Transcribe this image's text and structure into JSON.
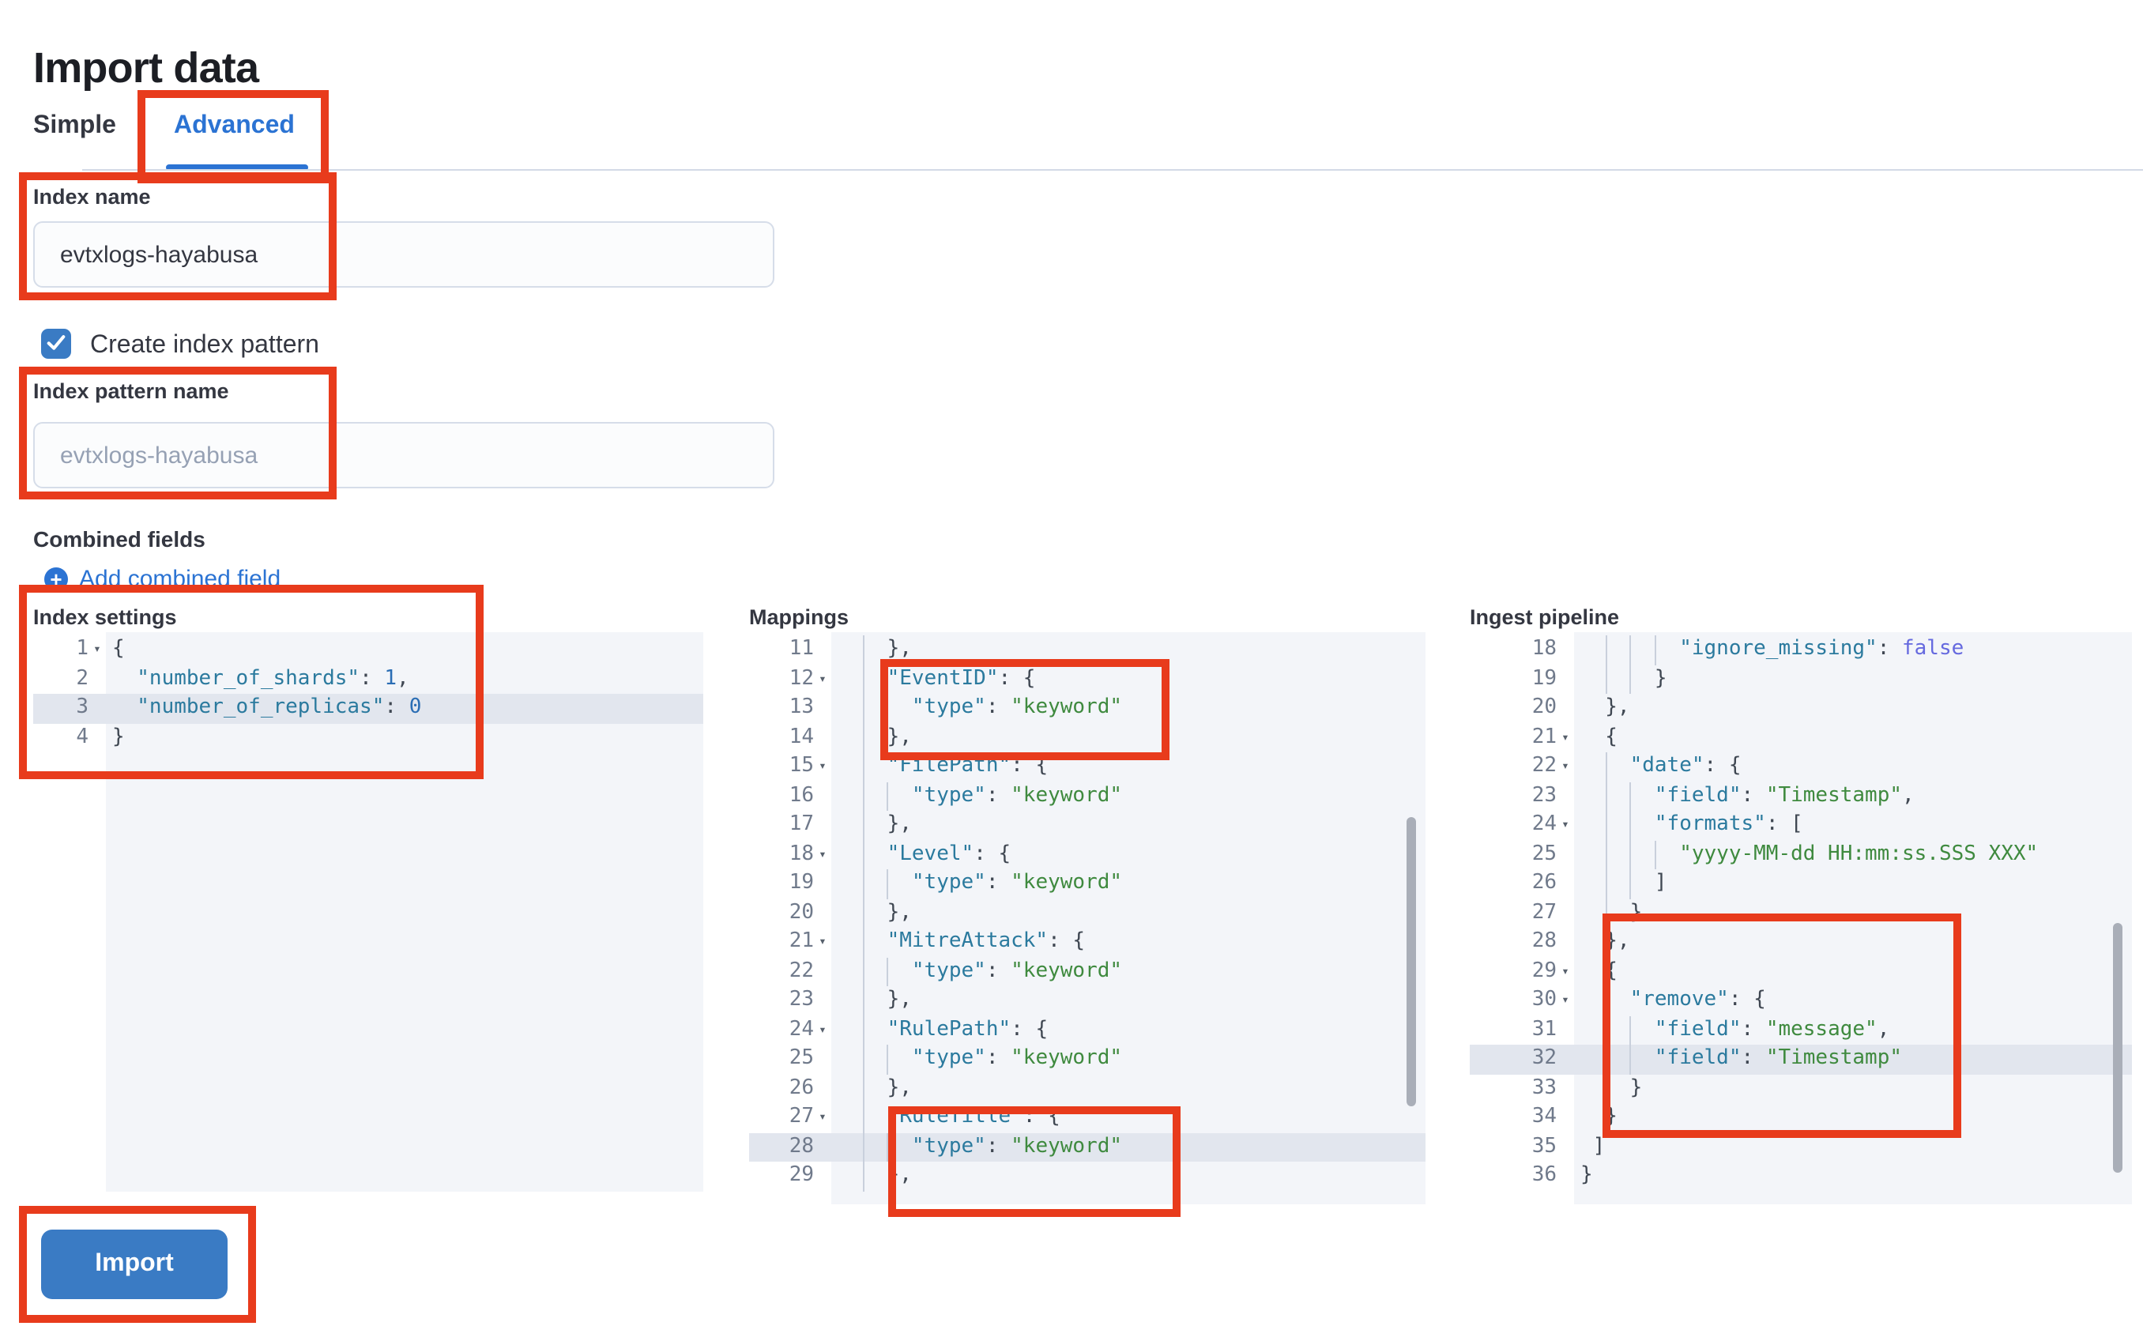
{
  "title": "Import data",
  "tabs": {
    "simple": "Simple",
    "advanced": "Advanced"
  },
  "fields": {
    "index_name": {
      "label": "Index name",
      "value": "evtxlogs-hayabusa"
    },
    "create_index_pattern": {
      "label": "Create index pattern",
      "checked": true
    },
    "index_pattern_name": {
      "label": "Index pattern name",
      "placeholder": "evtxlogs-hayabusa"
    },
    "combined_fields": {
      "label": "Combined fields",
      "add_label": "Add combined field"
    }
  },
  "import_button": "Import",
  "icons": {
    "plus": "+",
    "fold": "▾",
    "check": "check-icon"
  },
  "colors": {
    "annotation_red": "#e83b1c",
    "primary_blue": "#3a7bc4",
    "link_blue": "#2b73d3",
    "editor_bg": "#f3f5f9",
    "active_line": "#e2e6ee",
    "gutter_text": "#707a8b",
    "syntax_key": "#2b7a9e",
    "syntax_string": "#3f8a3f",
    "syntax_number": "#2a6db4",
    "syntax_boolean": "#6569df",
    "syntax_punct": "#3f4752"
  },
  "editors": [
    {
      "id": "index_settings",
      "label": "Index settings",
      "lines": [
        {
          "n": 1,
          "fold": true,
          "ind": 0,
          "g": [],
          "seg": [
            [
              "p",
              "{"
            ]
          ]
        },
        {
          "n": 2,
          "ind": 2,
          "g": [],
          "seg": [
            [
              "k",
              "\"number_of_shards\""
            ],
            [
              "p",
              ": "
            ],
            [
              "num",
              "1"
            ],
            [
              "p",
              ","
            ]
          ]
        },
        {
          "n": 3,
          "active": true,
          "ind": 2,
          "g": [],
          "seg": [
            [
              "k",
              "\"number_of_replicas\""
            ],
            [
              "p",
              ": "
            ],
            [
              "num",
              "0"
            ]
          ]
        },
        {
          "n": 4,
          "ind": 0,
          "g": [],
          "seg": [
            [
              "p",
              "}"
            ]
          ]
        }
      ]
    },
    {
      "id": "mappings",
      "label": "Mappings",
      "lines": [
        {
          "n": 11,
          "ind": 4,
          "g": [
            2
          ],
          "seg": [
            [
              "p",
              "},"
            ]
          ]
        },
        {
          "n": 12,
          "fold": true,
          "ind": 4,
          "g": [
            2
          ],
          "seg": [
            [
              "k",
              "\"EventID\""
            ],
            [
              "p",
              ": {"
            ]
          ]
        },
        {
          "n": 13,
          "ind": 6,
          "g": [
            2,
            4
          ],
          "seg": [
            [
              "k",
              "\"type\""
            ],
            [
              "p",
              ": "
            ],
            [
              "s",
              "\"keyword\""
            ]
          ]
        },
        {
          "n": 14,
          "ind": 4,
          "g": [
            2
          ],
          "seg": [
            [
              "p",
              "},"
            ]
          ]
        },
        {
          "n": 15,
          "fold": true,
          "ind": 4,
          "g": [
            2
          ],
          "seg": [
            [
              "k",
              "\"FilePath\""
            ],
            [
              "p",
              ": {"
            ]
          ]
        },
        {
          "n": 16,
          "ind": 6,
          "g": [
            2,
            4
          ],
          "seg": [
            [
              "k",
              "\"type\""
            ],
            [
              "p",
              ": "
            ],
            [
              "s",
              "\"keyword\""
            ]
          ]
        },
        {
          "n": 17,
          "ind": 4,
          "g": [
            2
          ],
          "seg": [
            [
              "p",
              "},"
            ]
          ]
        },
        {
          "n": 18,
          "fold": true,
          "ind": 4,
          "g": [
            2
          ],
          "seg": [
            [
              "k",
              "\"Level\""
            ],
            [
              "p",
              ": {"
            ]
          ]
        },
        {
          "n": 19,
          "ind": 6,
          "g": [
            2,
            4
          ],
          "seg": [
            [
              "k",
              "\"type\""
            ],
            [
              "p",
              ": "
            ],
            [
              "s",
              "\"keyword\""
            ]
          ]
        },
        {
          "n": 20,
          "ind": 4,
          "g": [
            2
          ],
          "seg": [
            [
              "p",
              "},"
            ]
          ]
        },
        {
          "n": 21,
          "fold": true,
          "ind": 4,
          "g": [
            2
          ],
          "seg": [
            [
              "k",
              "\"MitreAttack\""
            ],
            [
              "p",
              ": {"
            ]
          ]
        },
        {
          "n": 22,
          "ind": 6,
          "g": [
            2,
            4
          ],
          "seg": [
            [
              "k",
              "\"type\""
            ],
            [
              "p",
              ": "
            ],
            [
              "s",
              "\"keyword\""
            ]
          ]
        },
        {
          "n": 23,
          "ind": 4,
          "g": [
            2
          ],
          "seg": [
            [
              "p",
              "},"
            ]
          ]
        },
        {
          "n": 24,
          "fold": true,
          "ind": 4,
          "g": [
            2
          ],
          "seg": [
            [
              "k",
              "\"RulePath\""
            ],
            [
              "p",
              ": {"
            ]
          ]
        },
        {
          "n": 25,
          "ind": 6,
          "g": [
            2,
            4
          ],
          "seg": [
            [
              "k",
              "\"type\""
            ],
            [
              "p",
              ": "
            ],
            [
              "s",
              "\"keyword\""
            ]
          ]
        },
        {
          "n": 26,
          "ind": 4,
          "g": [
            2
          ],
          "seg": [
            [
              "p",
              "},"
            ]
          ]
        },
        {
          "n": 27,
          "fold": true,
          "ind": 4,
          "g": [
            2
          ],
          "seg": [
            [
              "k",
              "\"RuleTitle\""
            ],
            [
              "p",
              ": {"
            ]
          ]
        },
        {
          "n": 28,
          "active": true,
          "ind": 6,
          "g": [
            2,
            4
          ],
          "seg": [
            [
              "k",
              "\"type\""
            ],
            [
              "p",
              ": "
            ],
            [
              "s",
              "\"keyword\""
            ]
          ]
        },
        {
          "n": 29,
          "ind": 4,
          "g": [
            2
          ],
          "seg": [
            [
              "p",
              "},"
            ]
          ]
        }
      ]
    },
    {
      "id": "ingest_pipeline",
      "label": "Ingest pipeline",
      "lines": [
        {
          "n": 18,
          "ind": 8,
          "g": [
            2,
            4,
            6
          ],
          "seg": [
            [
              "k",
              "\"ignore_missing\""
            ],
            [
              "p",
              ": "
            ],
            [
              "b",
              "false"
            ]
          ]
        },
        {
          "n": 19,
          "ind": 6,
          "g": [
            2,
            4
          ],
          "seg": [
            [
              "p",
              "}"
            ]
          ]
        },
        {
          "n": 20,
          "ind": 2,
          "g": [],
          "seg": [
            [
              "p",
              "},"
            ]
          ]
        },
        {
          "n": 21,
          "fold": true,
          "ind": 2,
          "g": [],
          "seg": [
            [
              "p",
              "{"
            ]
          ]
        },
        {
          "n": 22,
          "fold": true,
          "ind": 4,
          "g": [
            2
          ],
          "seg": [
            [
              "k",
              "\"date\""
            ],
            [
              "p",
              ": {"
            ]
          ]
        },
        {
          "n": 23,
          "ind": 6,
          "g": [
            2,
            4
          ],
          "seg": [
            [
              "k",
              "\"field\""
            ],
            [
              "p",
              ": "
            ],
            [
              "s",
              "\"Timestamp\""
            ],
            [
              "p",
              ","
            ]
          ]
        },
        {
          "n": 24,
          "fold": true,
          "ind": 6,
          "g": [
            2,
            4
          ],
          "seg": [
            [
              "k",
              "\"formats\""
            ],
            [
              "p",
              ": ["
            ]
          ]
        },
        {
          "n": 25,
          "ind": 8,
          "g": [
            2,
            4,
            6
          ],
          "seg": [
            [
              "s",
              "\"yyyy-MM-dd HH:mm:ss.SSS XXX\""
            ]
          ]
        },
        {
          "n": 26,
          "ind": 6,
          "g": [
            2,
            4
          ],
          "seg": [
            [
              "p",
              "]"
            ]
          ]
        },
        {
          "n": 27,
          "ind": 4,
          "g": [
            2
          ],
          "seg": [
            [
              "p",
              "}"
            ]
          ]
        },
        {
          "n": 28,
          "ind": 2,
          "g": [],
          "seg": [
            [
              "p",
              "},"
            ]
          ]
        },
        {
          "n": 29,
          "fold": true,
          "ind": 2,
          "g": [],
          "seg": [
            [
              "p",
              "{"
            ]
          ]
        },
        {
          "n": 30,
          "fold": true,
          "ind": 4,
          "g": [
            2
          ],
          "seg": [
            [
              "k",
              "\"remove\""
            ],
            [
              "p",
              ": {"
            ]
          ]
        },
        {
          "n": 31,
          "ind": 6,
          "g": [
            2,
            4
          ],
          "seg": [
            [
              "k",
              "\"field\""
            ],
            [
              "p",
              ": "
            ],
            [
              "s",
              "\"message\""
            ],
            [
              "p",
              ","
            ]
          ]
        },
        {
          "n": 32,
          "active": true,
          "ind": 6,
          "g": [
            2,
            4
          ],
          "seg": [
            [
              "k",
              "\"field\""
            ],
            [
              "p",
              ": "
            ],
            [
              "s",
              "\"Timestamp\""
            ]
          ]
        },
        {
          "n": 33,
          "ind": 4,
          "g": [
            2
          ],
          "seg": [
            [
              "p",
              "}"
            ]
          ]
        },
        {
          "n": 34,
          "ind": 2,
          "g": [],
          "seg": [
            [
              "p",
              "}"
            ]
          ]
        },
        {
          "n": 35,
          "ind": 1,
          "g": [],
          "seg": [
            [
              "p",
              "]"
            ]
          ]
        },
        {
          "n": 36,
          "ind": 0,
          "g": [],
          "seg": [
            [
              "p",
              "}"
            ]
          ]
        }
      ]
    }
  ]
}
